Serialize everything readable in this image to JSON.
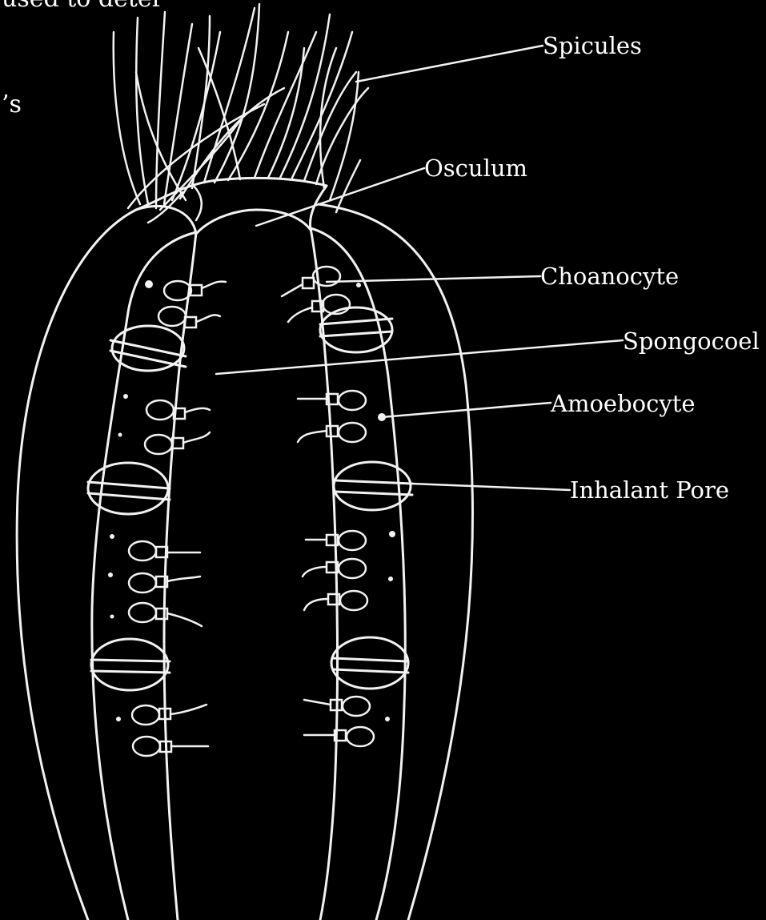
{
  "diagram": {
    "background": "#000000",
    "stroke_color": "#f2f2f2",
    "fragments": {
      "top_line": "used to deter",
      "side_mark": "’s"
    },
    "labels": {
      "spicules": "Spicules",
      "osculum": "Osculum",
      "choanocyte": "Choanocyte",
      "spongocoel": "Spongocoel",
      "amoebocyte": "Amoebocyte",
      "inhalant_pore": "Inhalant Pore"
    }
  }
}
